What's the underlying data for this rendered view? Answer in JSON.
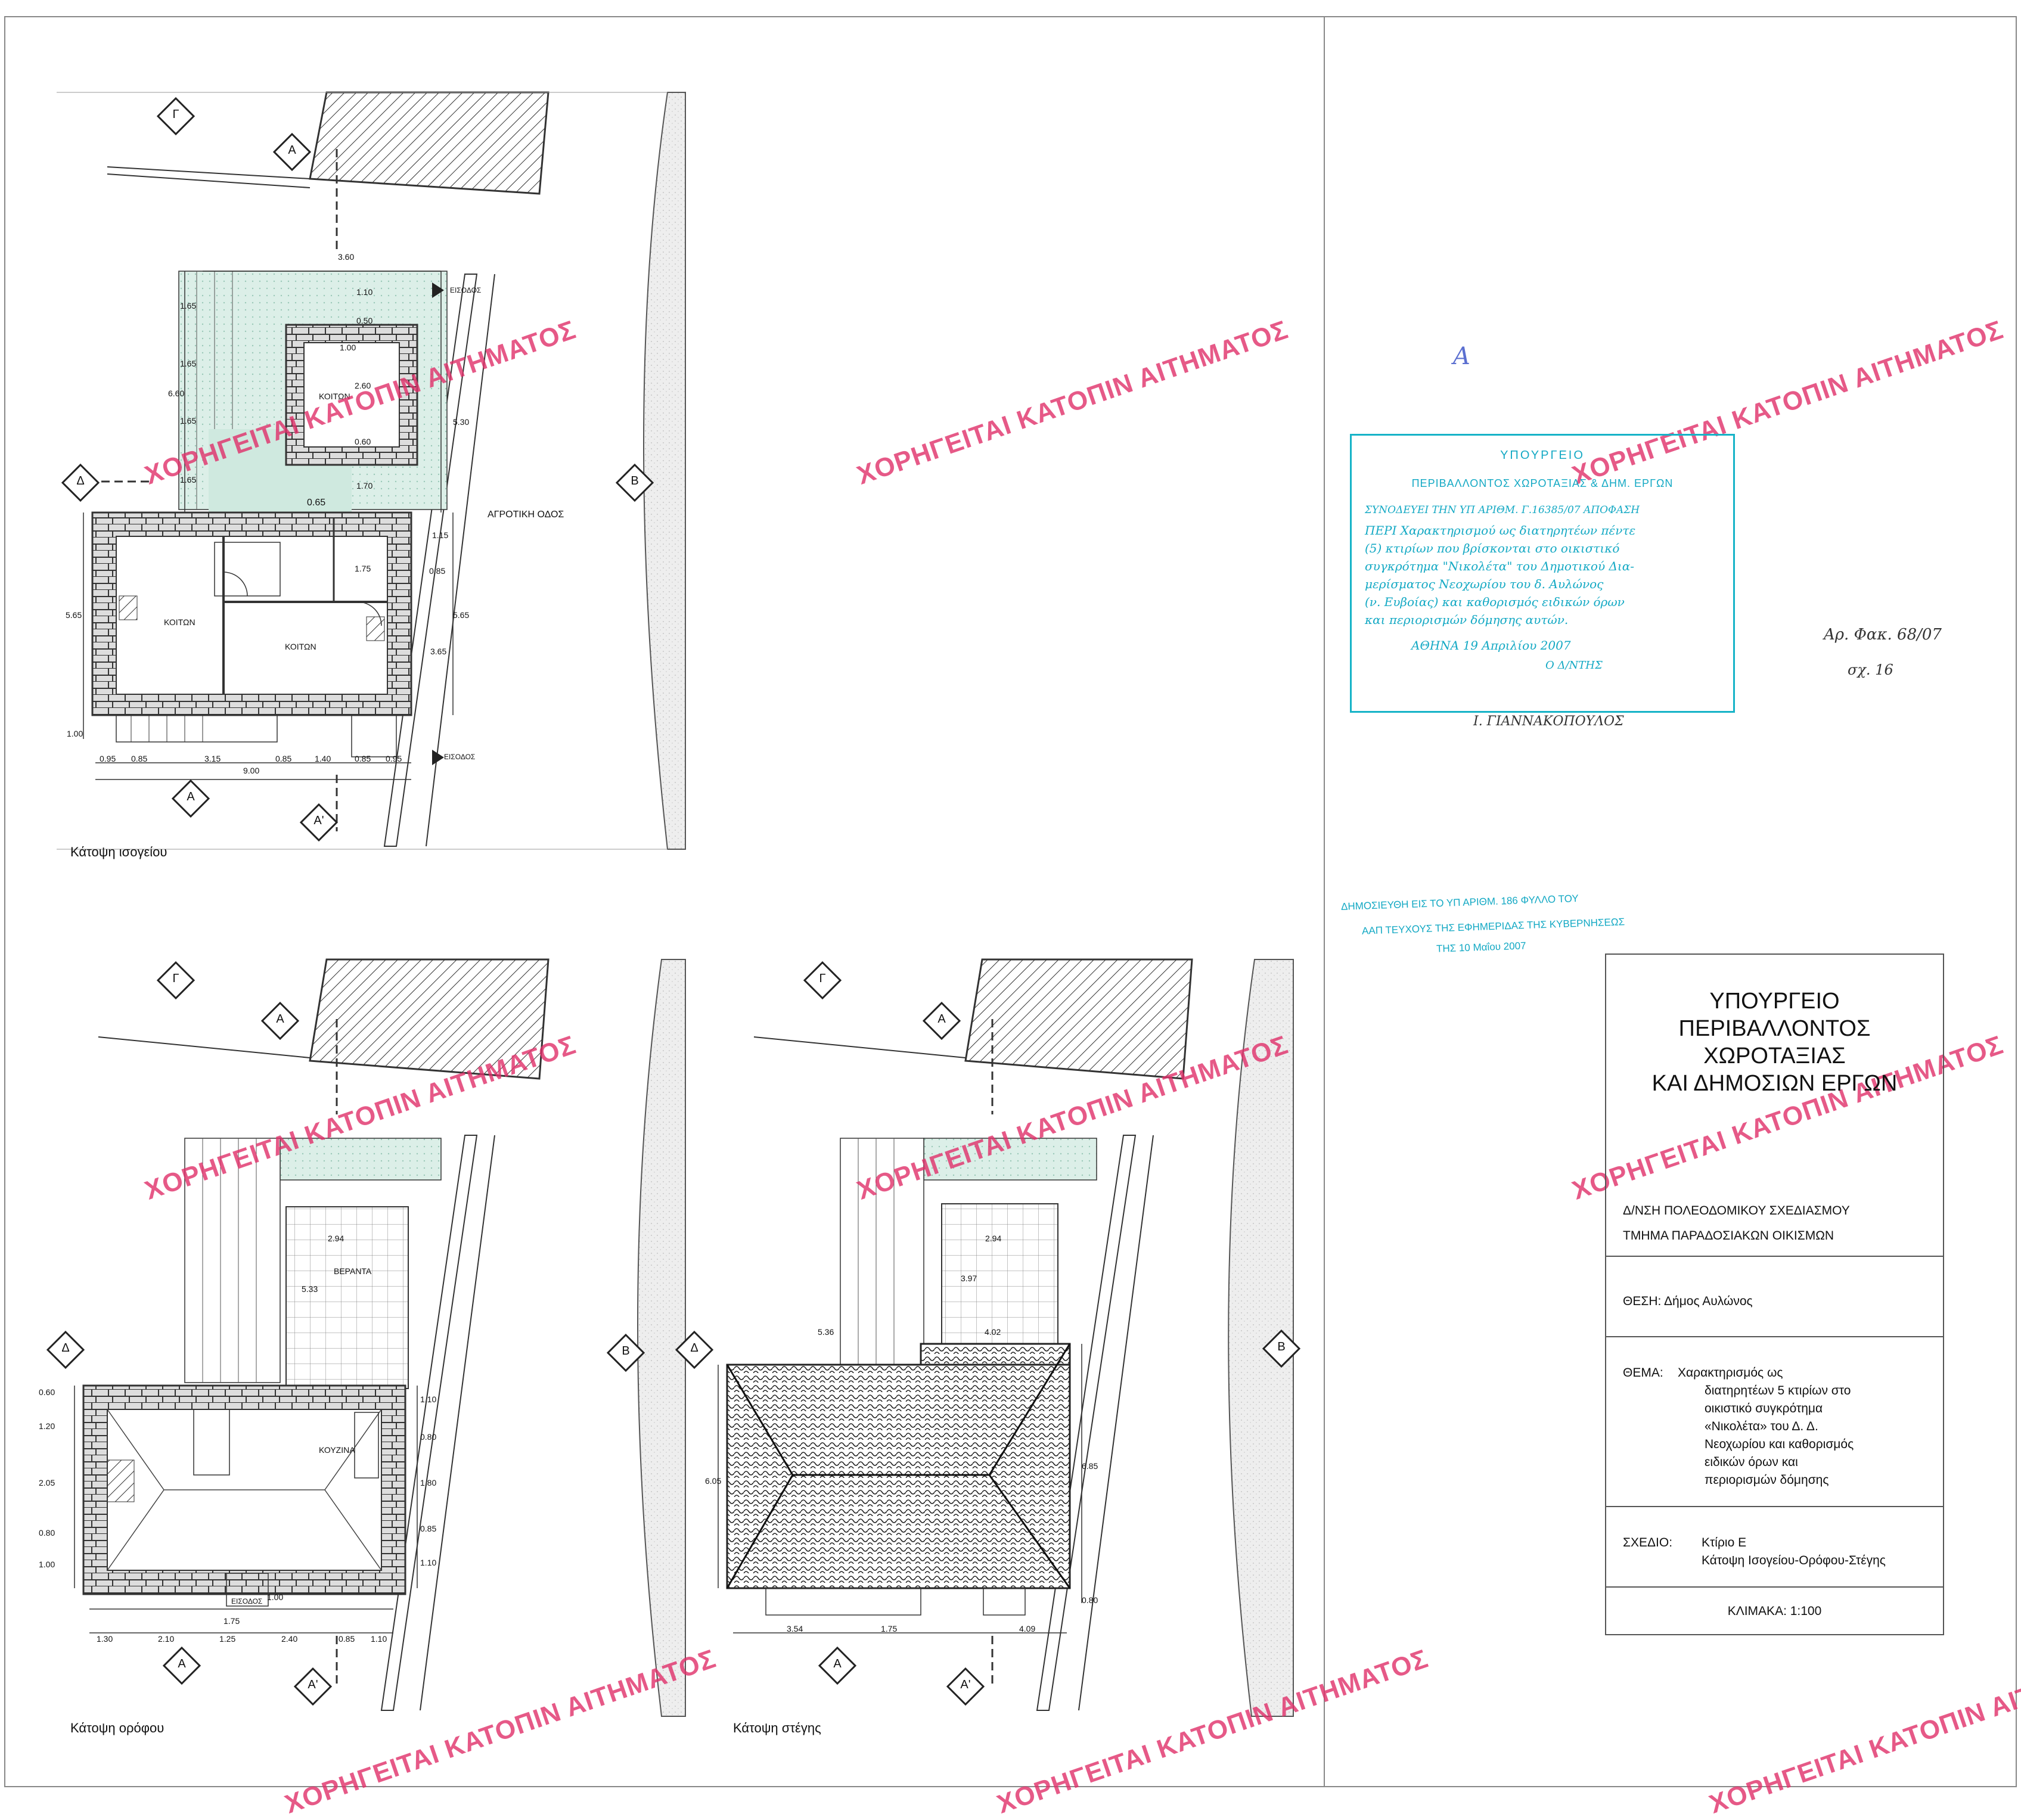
{
  "views": {
    "ground": {
      "title": "Κάτοψη ισογείου",
      "road": "ΑΓΡΟΤΙΚΗ ΟΔΟΣ",
      "entrance_top": "ΕΙΣΟΔΟΣ",
      "entrance_bottom": "ΕΙΣΟΔΟΣ",
      "rooms": [
        "ΚΟΙΤΩΝ",
        "ΚΟΙΤΩΝ",
        "ΚΟΙΤΩΝ"
      ],
      "markers": {
        "g": "Γ",
        "a": "Α",
        "d": "Δ",
        "b": "Β",
        "a_bottom": "Α",
        "a_prime": "Α'"
      },
      "dims_top": [
        "3.60",
        "1.10",
        "0.50",
        "1.00",
        "2.60",
        "0.60",
        "1.70",
        "0.65",
        "1.75"
      ],
      "dims_left": [
        "1.65",
        "1.65",
        "6.60",
        "1.65",
        "1.65",
        "5.65",
        "1.00"
      ],
      "dims_right": [
        "5.30",
        "1.15",
        "0.85",
        "5.65",
        "3.65"
      ],
      "dims_bottom": [
        "0.95",
        "0.85",
        "3.15",
        "0.85",
        "1.40",
        "0.85",
        "0.95"
      ],
      "dim_total": "9.00"
    },
    "upper": {
      "title": "Κάτοψη ορόφου",
      "rooms": [
        "ΒΕΡΑΝΤΑ",
        "ΚΟΥΖΙΝΑ"
      ],
      "entrance": "ΕΙΣΟΔΟΣ",
      "markers": {
        "g": "Γ",
        "a": "Α",
        "d": "Δ",
        "b": "Β",
        "a_bottom": "Α",
        "a_prime": "Α'"
      },
      "dims_veranda": [
        "2.94",
        "5.33"
      ],
      "dims_left": [
        "0.60",
        "1.20",
        "2.05",
        "0.80",
        "1.00"
      ],
      "dims_right": [
        "1.10",
        "0.80",
        "1.80",
        "0.85",
        "1.10"
      ],
      "dims_bottom": [
        "1.30",
        "2.10",
        "1.25",
        "2.40",
        "0.85",
        "1.10"
      ],
      "dim_stair": "1.75",
      "dim_entry": "1.00"
    },
    "roof": {
      "title": "Κάτοψη στέγης",
      "markers": {
        "g": "Γ",
        "a": "Α",
        "d": "Δ",
        "b": "Β",
        "a_bottom": "Α",
        "a_prime": "Α'"
      },
      "dims": [
        "2.94",
        "3.97",
        "5.36",
        "4.02",
        "6.05",
        "6.85",
        "0.80"
      ],
      "dims_bottom": [
        "3.54",
        "1.75",
        "4.09"
      ]
    }
  },
  "watermark_text": "ΧΟΡΗΓΕΙΤΑΙ ΚΑΤΟΠΙΝ ΑΙΤΗΜΑΤΟΣ",
  "annotation_a": "Α",
  "stamp": {
    "header": "ΥΠΟΥΡΓΕΙΟ",
    "subheader": "ΠΕΡΙΒΑΛΛΟΝΤΟΣ ΧΩΡΟΤΑΞΙΑΣ & ΔΗΜ. ΕΡΓΩΝ",
    "line1": "ΣΥΝΟΔΕΥΕΙ ΤΗΝ ΥΠ ΑΡΙΘΜ. Γ.16385/07 ΑΠΟΦΑΣΗ",
    "line2": "ΠΕΡΙ Χαρακτηρισμού ως διατηρητέων πέντε",
    "line3": "(5) κτιρίων που βρίσκονται στο οικιστικό",
    "line4": "συγκρότημα \"Νικολέτα\" του Δημοτικού Δια-",
    "line5": "μερίσματος Νεοχωρίου του δ. Αυλώνος",
    "line6": "(ν. Ευβοίας) και καθορισμός ειδικών όρων",
    "line7": "και περιορισμών δόμησης αυτών.",
    "date": "ΑΘΗΝΑ 19 Απριλίου 2007",
    "role": "Ο Δ/ΝΤΗΣ",
    "signatory": "Ι. ΓΙΑΝΝΑΚΟΠΟΥΛΟΣ"
  },
  "file_ref": {
    "line1": "Αρ. Φακ. 68/07",
    "line2": "σχ. 16"
  },
  "publication": {
    "line1": "ΔΗΜΟΣΙΕΥΘΗ ΕΙΣ ΤΟ ΥΠ ΑΡΙΘΜ. 186 ΦΥΛΛΟ ΤΟΥ",
    "line2": "ΑΑΠ ΤΕΥΧΟΥΣ ΤΗΣ ΕΦΗΜΕΡΙΔΑΣ ΤΗΣ ΚΥΒΕΡΝΗΣΕΩΣ",
    "line3": "ΤΗΣ 10 Μαΐου 2007"
  },
  "titleblock": {
    "ministry": [
      "ΥΠΟΥΡΓΕΙΟ",
      "ΠΕΡΙΒΑΛΛΟΝΤΟΣ",
      "ΧΩΡΟΤΑΞΙΑΣ",
      "ΚΑΙ ΔΗΜΟΣΙΩΝ ΕΡΓΩΝ"
    ],
    "directorate": "Δ/ΝΣΗ ΠΟΛΕΟΔΟΜΙΚΟΥ ΣΧΕΔΙΑΣΜΟΥ",
    "department": "ΤΜΗΜΑ ΠΑΡΑΔΟΣΙΑΚΩΝ ΟΙΚΙΣΜΩΝ",
    "location": "ΘΕΣΗ: Δήμος Αυλώνος",
    "subject_label": "ΘΕΜΑ:",
    "subject_lines": [
      "Χαρακτηρισμός ως",
      "διατηρητέων 5 κτιρίων στο",
      "οικιστικό συγκρότημα",
      "«Νικολέτα» του Δ. Δ.",
      "Νεοχωρίου και καθορισμός",
      "ειδικών όρων και",
      "περιορισμών δόμησης"
    ],
    "drawing_label": "ΣΧΕΔΙΟ:",
    "drawing_lines": [
      "Κτίριο Ε",
      "Κάτοψη Ισογείου-Ορόφου-Στέγης"
    ],
    "scale": "ΚΛΙΜΑΚΑ: 1:100"
  }
}
